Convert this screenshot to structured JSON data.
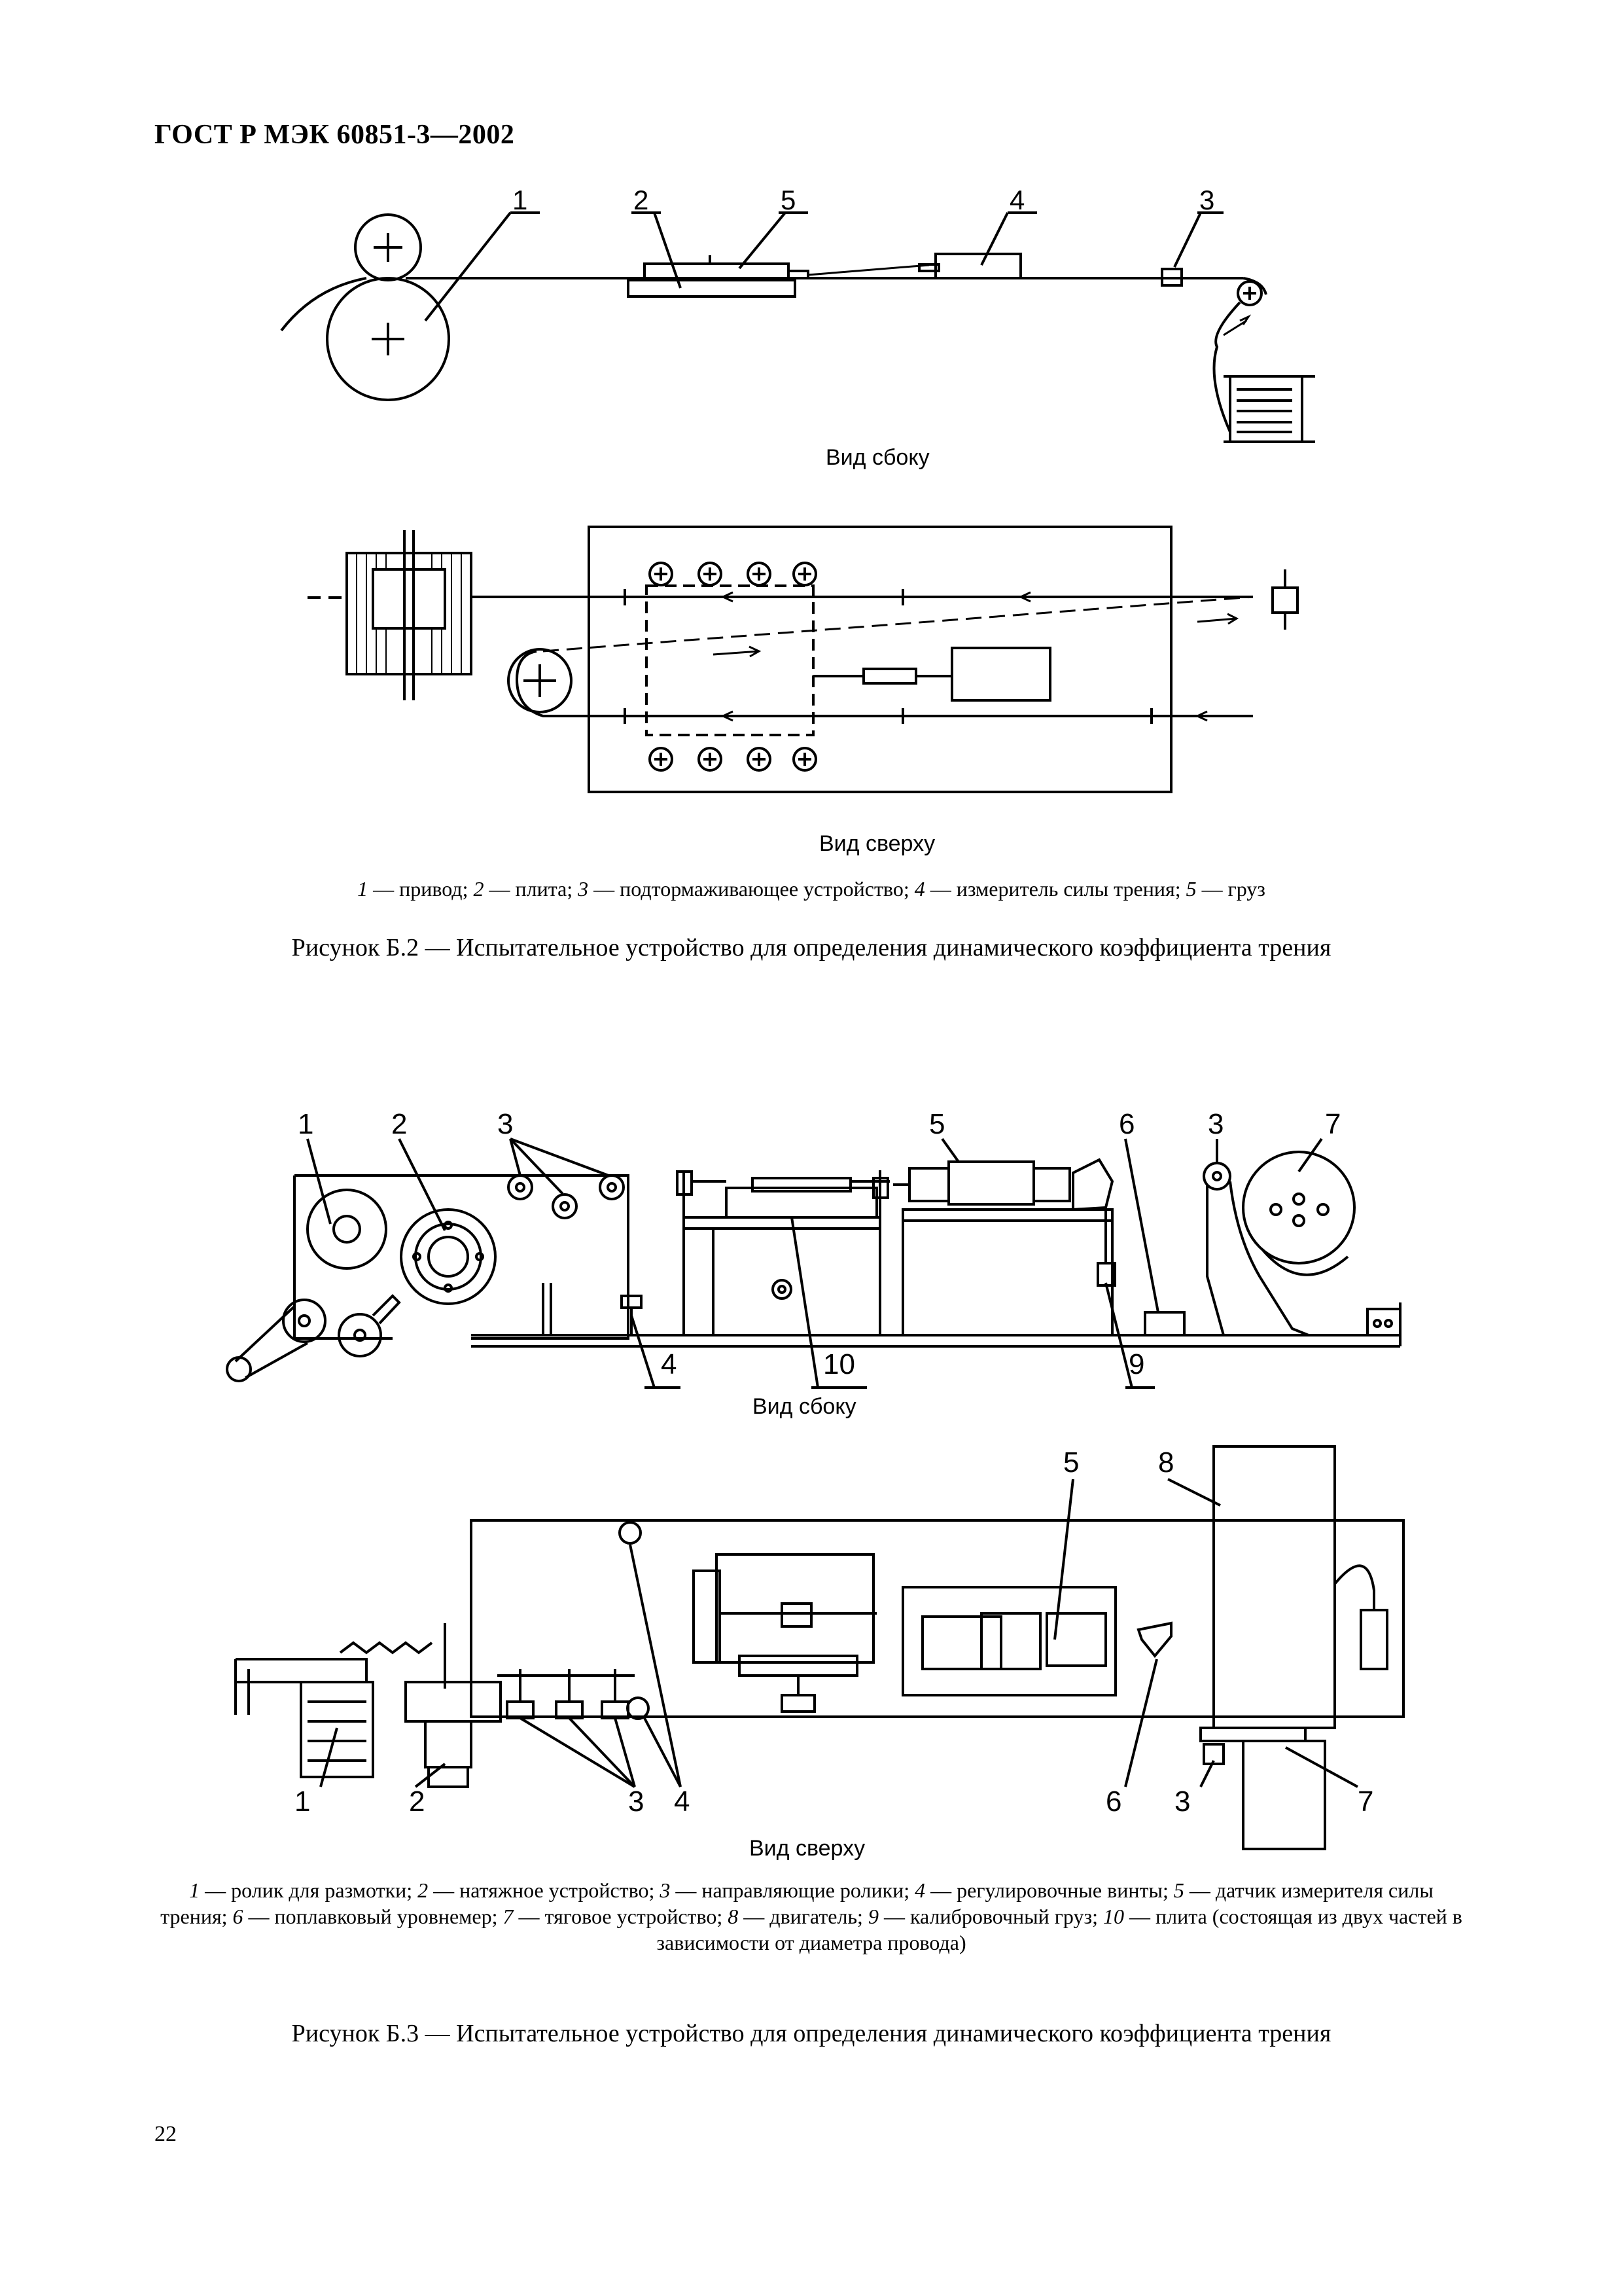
{
  "header": {
    "doc_code": "ГОСТ Р МЭК 60851-3—2002"
  },
  "figure_b2": {
    "labels": [
      "1",
      "2",
      "5",
      "4",
      "3"
    ],
    "side_view": "Вид сбоку",
    "top_view": "Вид сверху",
    "legend": [
      {
        "num": "1",
        "text": " — привод; "
      },
      {
        "num": "2",
        "text": " — плита; "
      },
      {
        "num": "3",
        "text": " — подтормаживающее устройство; "
      },
      {
        "num": "4",
        "text": " — измеритель силы трения; "
      },
      {
        "num": "5",
        "text": " — груз"
      }
    ],
    "caption": "Рисунок Б.2 — Испытательное устройство для определения динамического коэффициента трения"
  },
  "figure_b3": {
    "side_labels_top": [
      "1",
      "2",
      "3",
      "5",
      "6",
      "3",
      "7"
    ],
    "side_labels_bottom": [
      "4",
      "10",
      "9"
    ],
    "top_labels_top": [
      "5",
      "8"
    ],
    "top_labels_bottom": [
      "1",
      "2",
      "3",
      "4",
      "6",
      "3",
      "7"
    ],
    "side_view": "Вид сбоку",
    "top_view": "Вид сверху",
    "legend": [
      {
        "num": "1",
        "text": " — ролик для размотки; "
      },
      {
        "num": "2",
        "text": " — натяжное устройство; "
      },
      {
        "num": "3",
        "text": " — направляющие ролики; "
      },
      {
        "num": "4",
        "text": " — регулировочные винты; "
      },
      {
        "num": "5",
        "text": " — датчик измерителя силы трения; "
      },
      {
        "num": "6",
        "text": " — поплавковый уровнемер; "
      },
      {
        "num": "7",
        "text": " — тяговое устройство; "
      },
      {
        "num": "8",
        "text": " — двигатель; "
      },
      {
        "num": "9",
        "text": " — калибровочный груз; "
      },
      {
        "num": "10",
        "text": " — плита (состоящая из двух частей в зависимости от диаметра провода)"
      }
    ],
    "caption": "Рисунок Б.3 — Испытательное устройство для определения динамического коэффициента трения"
  },
  "page_number": "22"
}
